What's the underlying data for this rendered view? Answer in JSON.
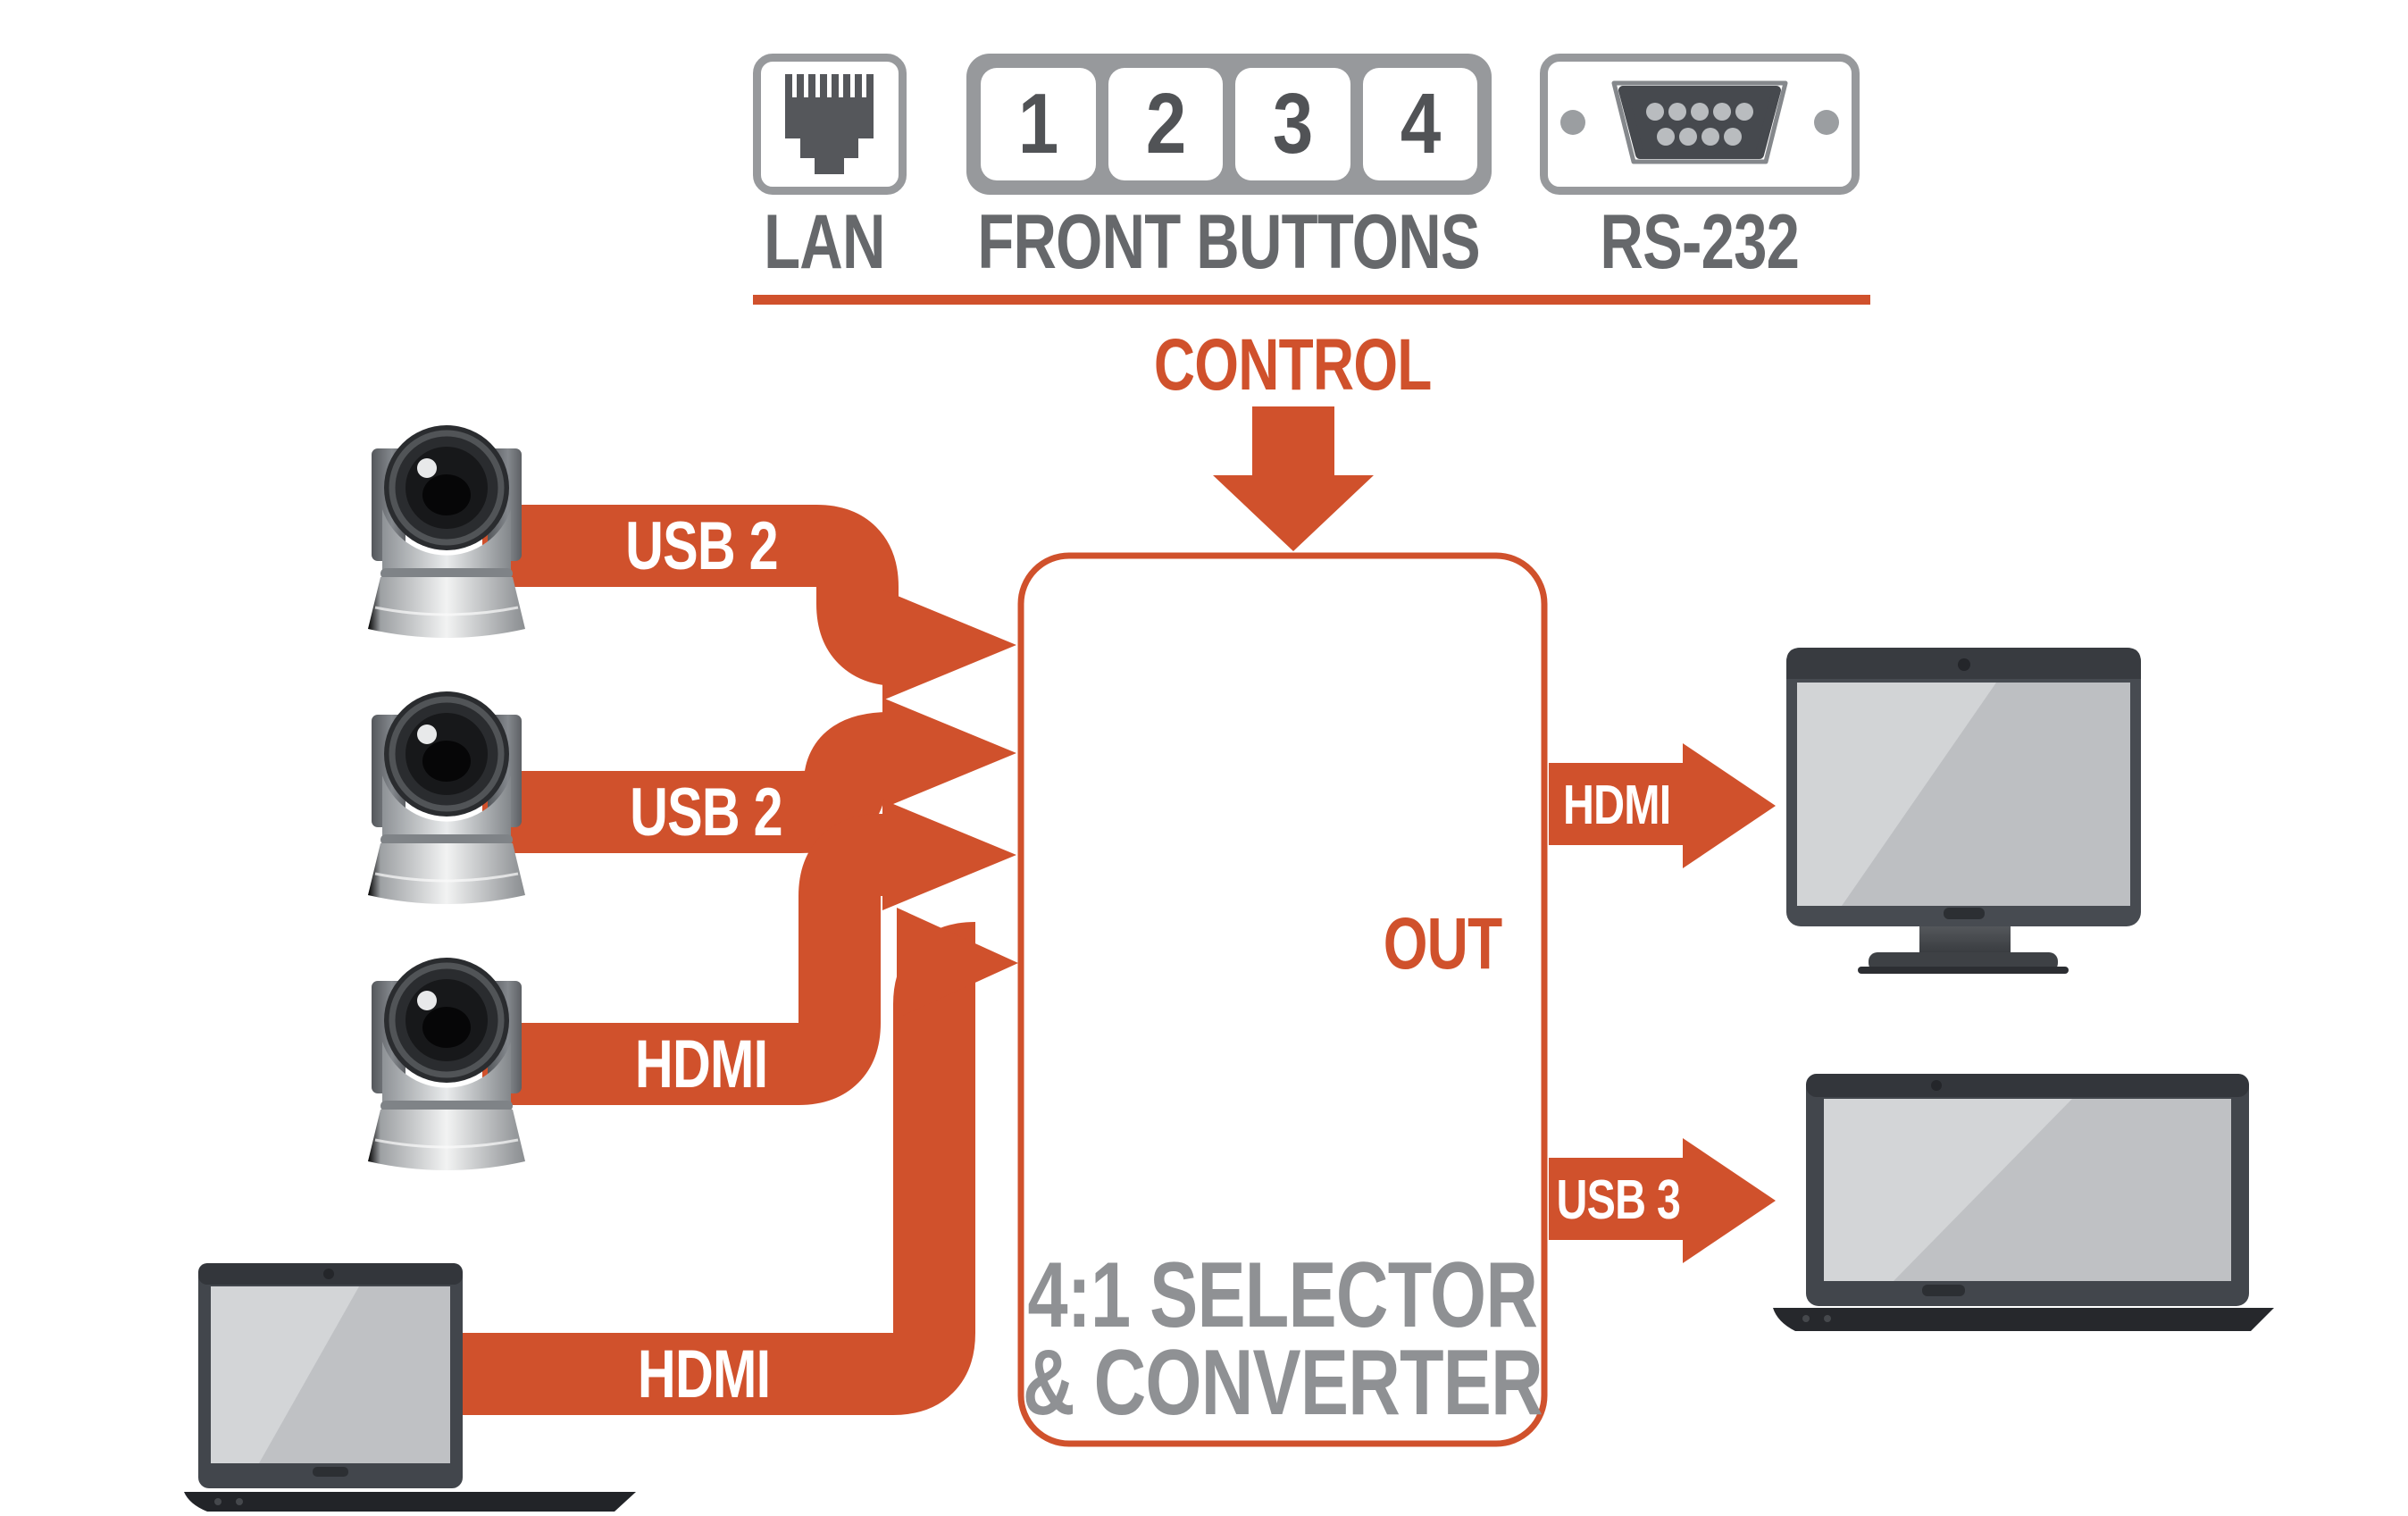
{
  "header": {
    "lan_label": "LAN",
    "front_buttons_label": "FRONT BUTTONS",
    "buttons": [
      "1",
      "2",
      "3",
      "4"
    ],
    "rs232_label": "RS-232",
    "control_label": "CONTROL"
  },
  "selector_box": {
    "title_line1": "4:1 SELECTOR",
    "title_line2": "& CONVERTER",
    "out_label": "OUT"
  },
  "inputs": [
    {
      "label": "USB 2",
      "source": "ptz-camera-1"
    },
    {
      "label": "USB 2",
      "source": "ptz-camera-2"
    },
    {
      "label": "HDMI",
      "source": "ptz-camera-3"
    },
    {
      "label": "HDMI",
      "source": "source-laptop"
    }
  ],
  "outputs": [
    {
      "label": "HDMI",
      "target": "monitor"
    },
    {
      "label": "USB 3",
      "target": "output-laptop"
    }
  ],
  "colors": {
    "accent": "#d0512c",
    "panel_gray": "#97999c",
    "digit_gray": "#515356",
    "label_gray": "#66686b",
    "title_gray": "#8f9194"
  }
}
